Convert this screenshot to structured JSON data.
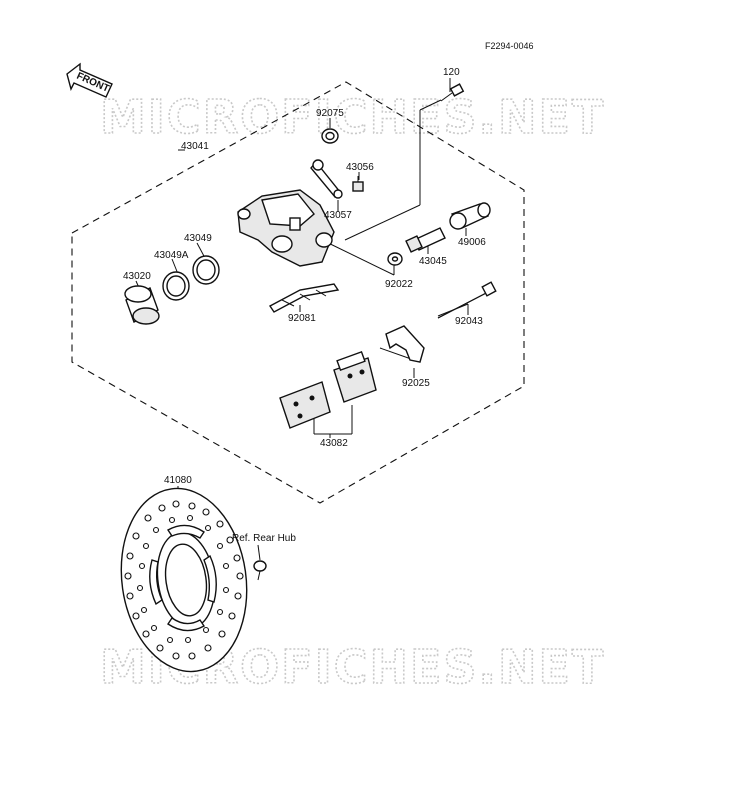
{
  "drawing_code": "F2294-0046",
  "front_label": "FRONT",
  "watermark": "MICROFICHES.NET",
  "ref_label": "Ref. Rear Hub",
  "parts": {
    "p120": "120",
    "p92075": "92075",
    "p43041": "43041",
    "p43056": "43056",
    "p43057": "43057",
    "p43049": "43049",
    "p43049A": "43049A",
    "p43020": "43020",
    "p49006": "49006",
    "p43045": "43045",
    "p92022": "92022",
    "p92081": "92081",
    "p92043": "92043",
    "p92025": "92025",
    "p43082": "43082",
    "p41080": "41080"
  }
}
